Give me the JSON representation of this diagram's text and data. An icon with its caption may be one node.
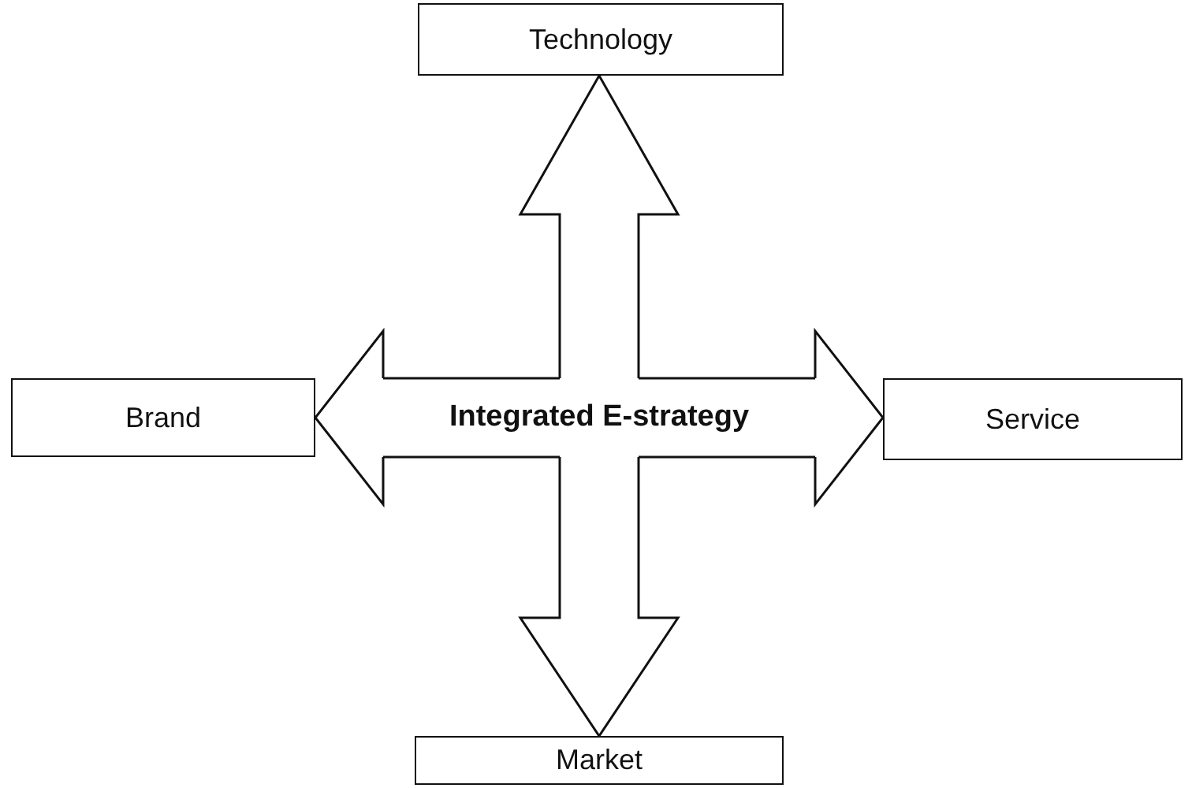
{
  "diagram": {
    "nodes": [
      {
        "text": [
          "Technology"
        ]
      },
      {
        "text": [
          "Brand"
        ]
      },
      {
        "text": [
          "Integrated E-strategy"
        ]
      },
      {
        "text": [
          "Service"
        ]
      },
      {
        "text": [
          "Market"
        ]
      }
    ],
    "edges": [
      {
        "from": 2,
        "to": 0,
        "arrow": "to"
      },
      {
        "from": 2,
        "to": 1,
        "arrow": "to"
      },
      {
        "from": 2,
        "to": 3,
        "arrow": "to"
      },
      {
        "from": 2,
        "to": 4,
        "arrow": "to"
      }
    ]
  }
}
